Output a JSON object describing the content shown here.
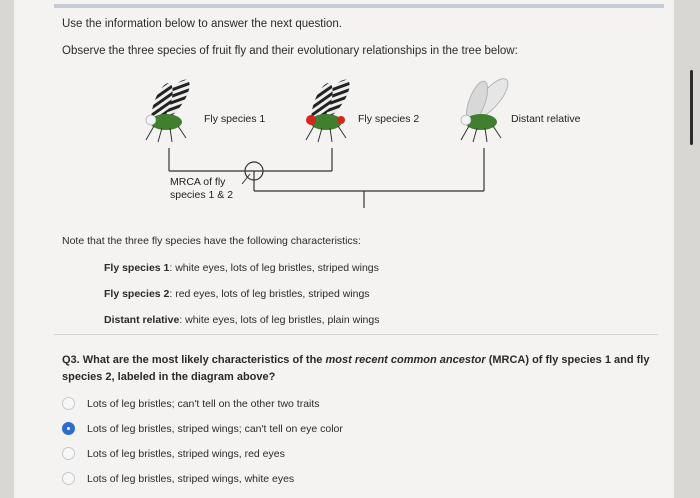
{
  "intro": {
    "line1": "Use the information below to answer the next question.",
    "line2": "Observe the three species of fruit fly and their evolutionary relationships in the tree below:"
  },
  "tree": {
    "species1_label": "Fly species 1",
    "species2_label": "Fly species 2",
    "relative_label": "Distant relative",
    "mrca_label_line1": "MRCA of fly",
    "mrca_label_line2": "species 1 & 2"
  },
  "note": {
    "text": "Note that the three fly species have the following characteristics:",
    "traits": [
      {
        "name": "Fly species 1",
        "desc": ": white eyes, lots of leg bristles, striped wings"
      },
      {
        "name": "Fly species 2",
        "desc": ": red eyes, lots of leg bristles, striped wings"
      },
      {
        "name": "Distant relative",
        "desc": ": white eyes, lots of leg bristles, plain wings"
      }
    ]
  },
  "question": {
    "prefix": "Q3. What are the most likely characteristics of the ",
    "emphasis": "most recent common ancestor",
    "suffix": " (MRCA) of fly species 1 and fly species 2, labeled in the diagram above?"
  },
  "options": [
    {
      "label": "Lots of leg bristles; can't tell on the other two traits",
      "selected": false
    },
    {
      "label": "Lots of leg bristles, striped wings; can't tell on eye color",
      "selected": true
    },
    {
      "label": "Lots of leg bristles, striped wings, red eyes",
      "selected": false
    },
    {
      "label": "Lots of leg bristles, striped wings, white eyes",
      "selected": false
    }
  ],
  "colors": {
    "selected_radio": "#2a6ecf",
    "fly_body": "#3f7f2e",
    "red_eye": "#d8261e"
  }
}
